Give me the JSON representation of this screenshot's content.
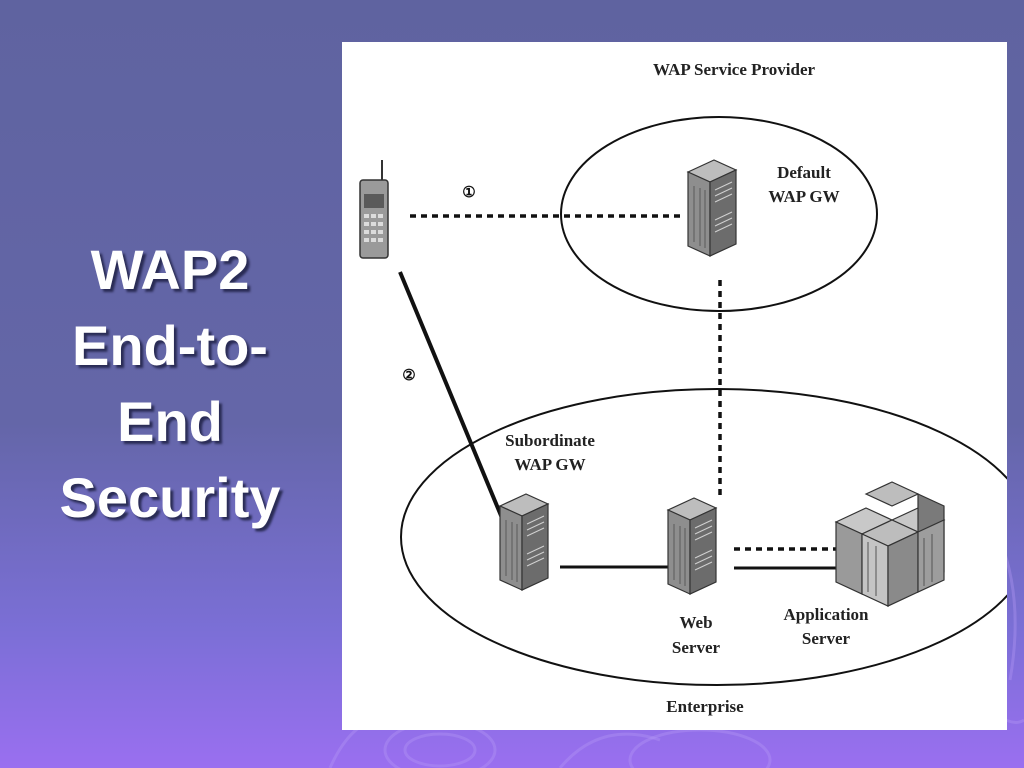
{
  "slide": {
    "title_lines": [
      "WAP2",
      "End-to-",
      "End",
      "Security"
    ]
  },
  "diagram": {
    "provider_label": "WAP Service Provider",
    "enterprise_label": "Enterprise",
    "default_gw": [
      "Default",
      "WAP GW"
    ],
    "subordinate_gw": [
      "Subordinate",
      "WAP GW"
    ],
    "web_server": [
      "Web",
      "Server"
    ],
    "app_server": [
      "Application",
      "Server"
    ],
    "path1_marker": "①",
    "path2_marker": "②"
  },
  "colors": {
    "text_title": "#ffffff",
    "server_body": "#7f7f7f",
    "line": "#111111"
  }
}
